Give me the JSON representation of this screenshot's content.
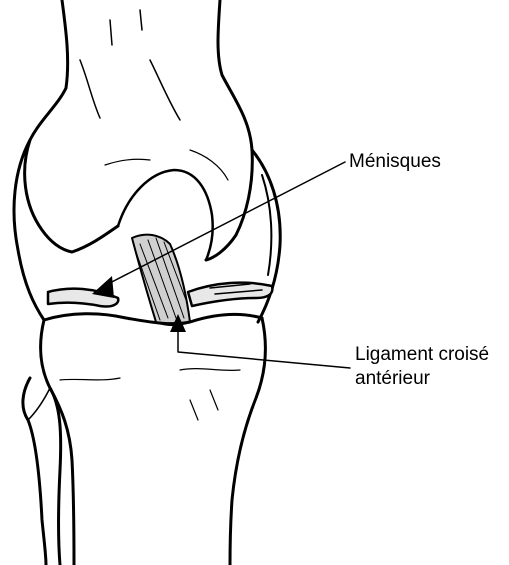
{
  "labels": {
    "menisques": "Ménisques",
    "ligament_line1": "Ligament croisé",
    "ligament_line2": "antérieur"
  }
}
